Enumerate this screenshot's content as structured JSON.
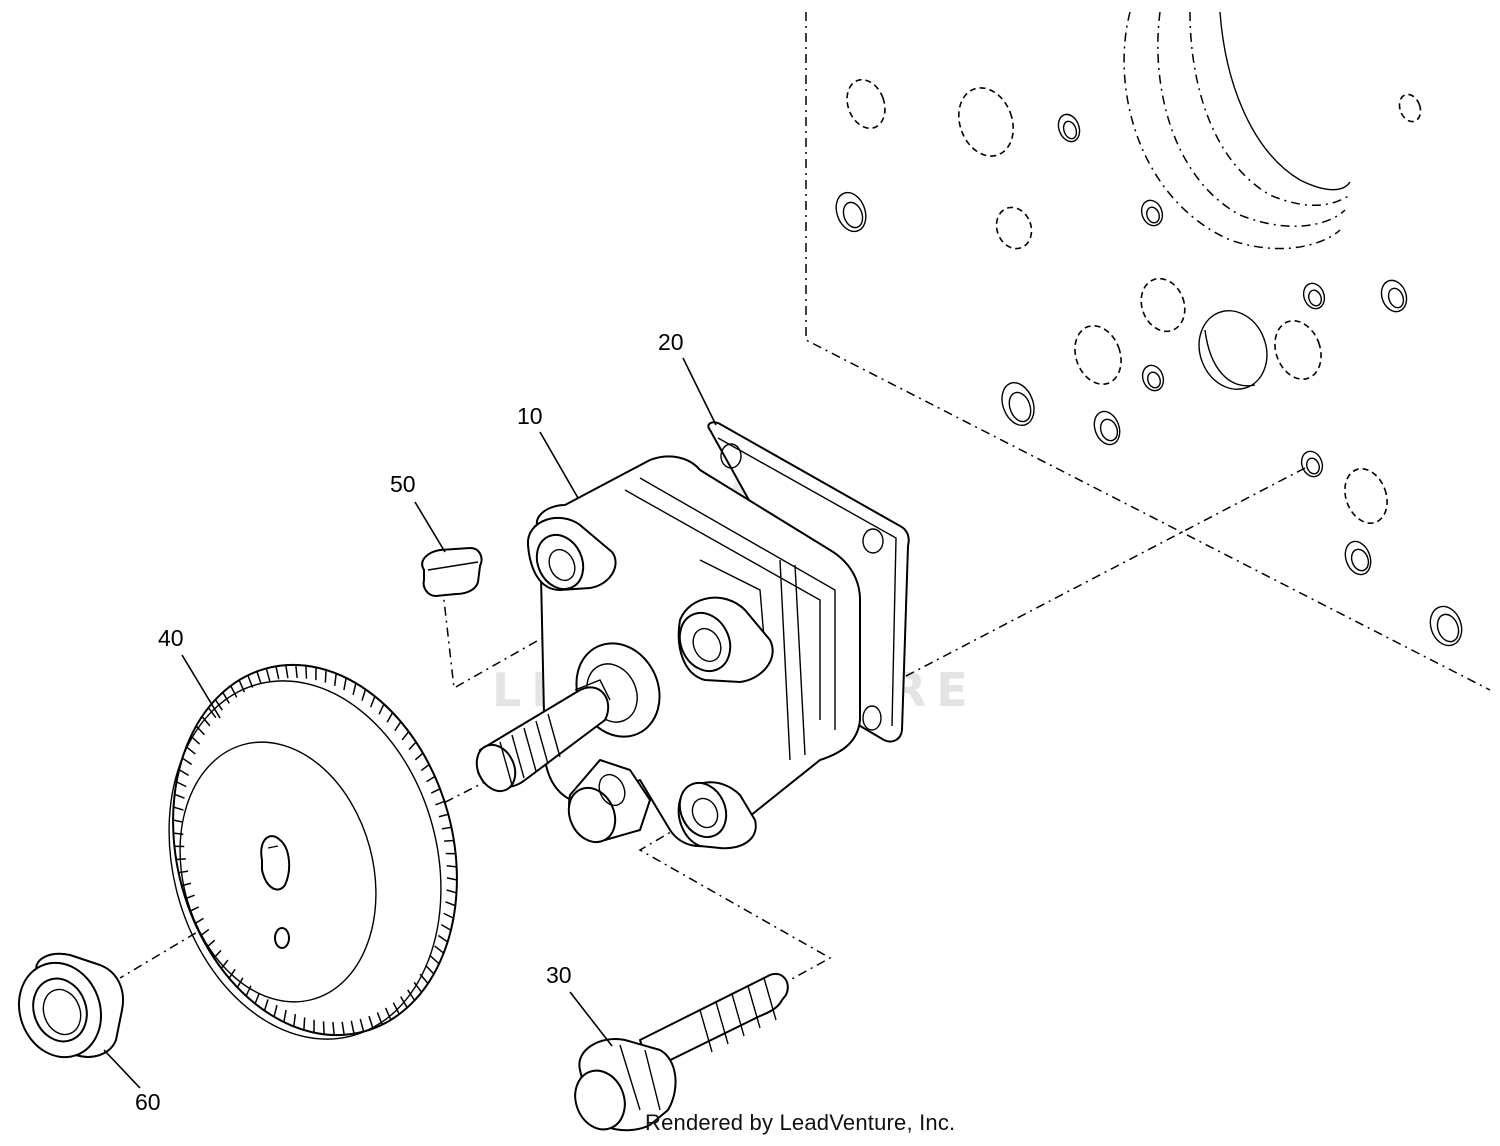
{
  "callouts": {
    "c10": "10",
    "c20": "20",
    "c30": "30",
    "c40": "40",
    "c50": "50",
    "c60": "60"
  },
  "watermark": "LEADVENTURE",
  "footer": "Rendered by LeadVenture, Inc."
}
